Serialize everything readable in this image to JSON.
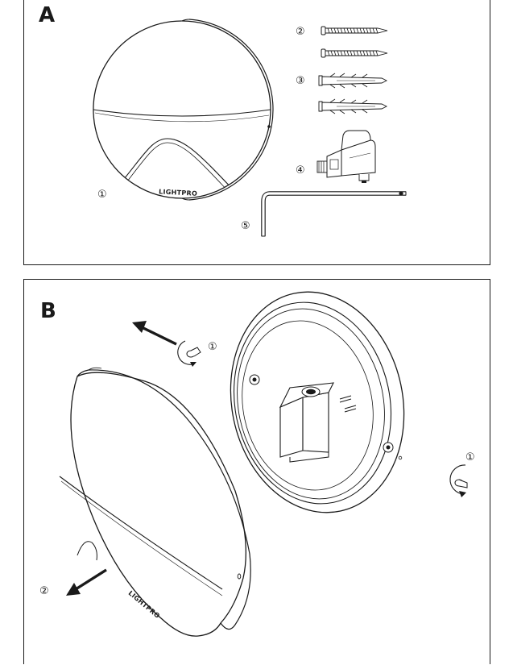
{
  "panels": [
    {
      "letter": "A",
      "parts": [
        {
          "id": "lamp",
          "number": "①"
        },
        {
          "id": "screws",
          "number": "②"
        },
        {
          "id": "wall-plugs",
          "number": "③"
        },
        {
          "id": "cable-connector",
          "number": "④"
        },
        {
          "id": "hex-key",
          "number": "⑤"
        }
      ],
      "brand": "LIGHTPRO"
    },
    {
      "letter": "B",
      "steps": [
        {
          "id": "remove-top-screw",
          "number": "①"
        },
        {
          "id": "remove-side-screw",
          "number": "①"
        },
        {
          "id": "pull-off-cover",
          "number": "②"
        }
      ],
      "brand": "LIGHTPRO"
    }
  ]
}
